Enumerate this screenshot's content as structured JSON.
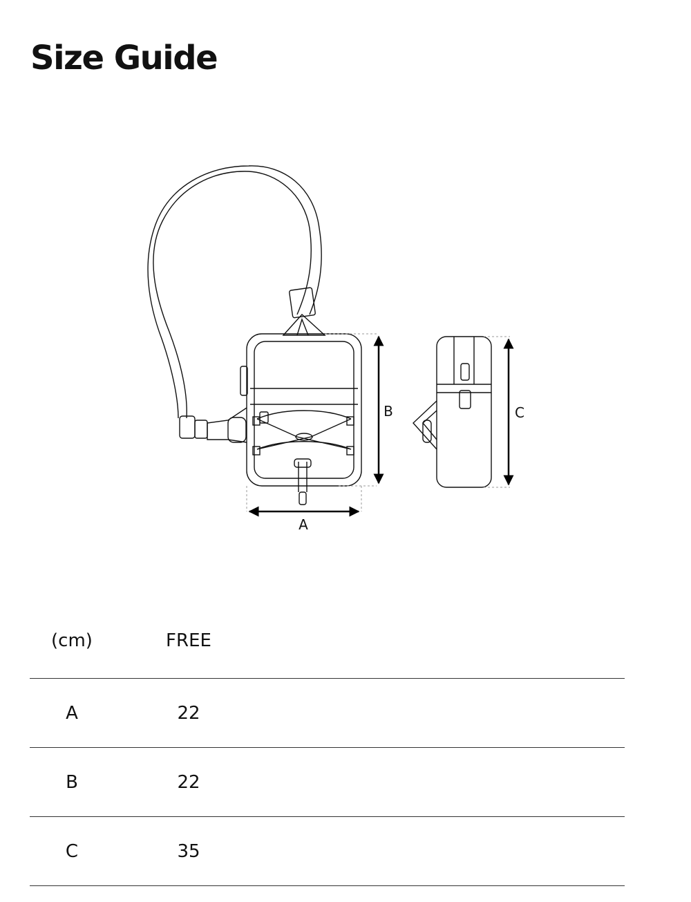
{
  "page": {
    "title": "Size Guide"
  },
  "diagram": {
    "dimension_labels": {
      "a": "A",
      "b": "B",
      "c": "C"
    }
  },
  "size_table": {
    "header": {
      "unit": "(cm)",
      "size": "FREE"
    },
    "rows": [
      {
        "label": "A",
        "value": "22"
      },
      {
        "label": "B",
        "value": "22"
      },
      {
        "label": "C",
        "value": "35"
      }
    ]
  }
}
